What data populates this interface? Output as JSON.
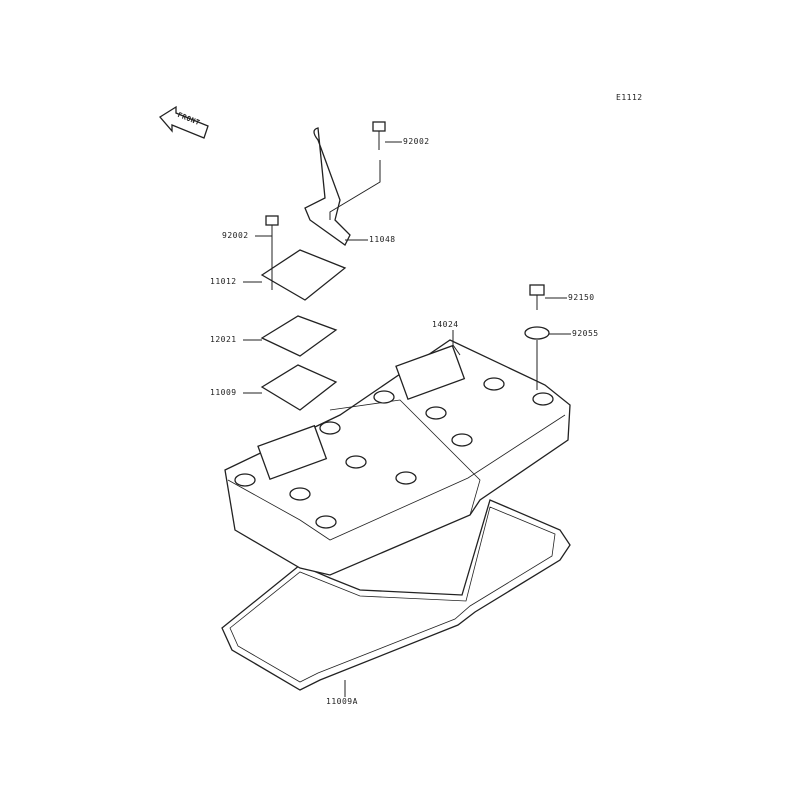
{
  "diagram": {
    "code": "E1112",
    "front_label": "FRONT",
    "parts": [
      {
        "id": "bolt-top",
        "number": "92002"
      },
      {
        "id": "bracket",
        "number": "11048"
      },
      {
        "id": "bolt-left",
        "number": "92002"
      },
      {
        "id": "cover-plate",
        "number": "11012"
      },
      {
        "id": "reed-plate",
        "number": "12021"
      },
      {
        "id": "small-gasket",
        "number": "11009"
      },
      {
        "id": "head-cover",
        "number": "14024"
      },
      {
        "id": "bolt-right",
        "number": "92150"
      },
      {
        "id": "grommet",
        "number": "92055"
      },
      {
        "id": "head-cover-gasket",
        "number": "11009A"
      }
    ]
  }
}
